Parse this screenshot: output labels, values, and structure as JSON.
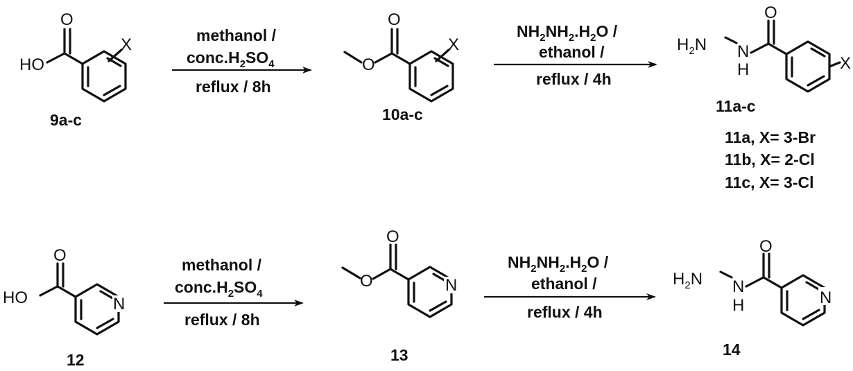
{
  "atoms": {
    "ho": "HO",
    "o": "O",
    "x": "X",
    "n": "N",
    "h": "H",
    "h2": "H",
    "two": "2",
    "n_hyd": "N"
  },
  "reaction1": {
    "conditions": [
      "methanol /",
      "conc.H",
      "2",
      "SO",
      "4",
      "reflux / 8h"
    ]
  },
  "reaction2": {
    "conditions": [
      "NH",
      "2",
      "NH",
      "2",
      ".H",
      "2",
      "O /",
      "ethanol /",
      "reflux / 4h"
    ]
  },
  "labels": {
    "c9": "9a-c",
    "c10": "10a-c",
    "c11": "11a-c",
    "c12": "12",
    "c13": "13",
    "c14": "14"
  },
  "substituents": [
    "11a, X= 3-Br",
    "11b, X= 2-Cl",
    "11c, X= 3-Cl"
  ]
}
